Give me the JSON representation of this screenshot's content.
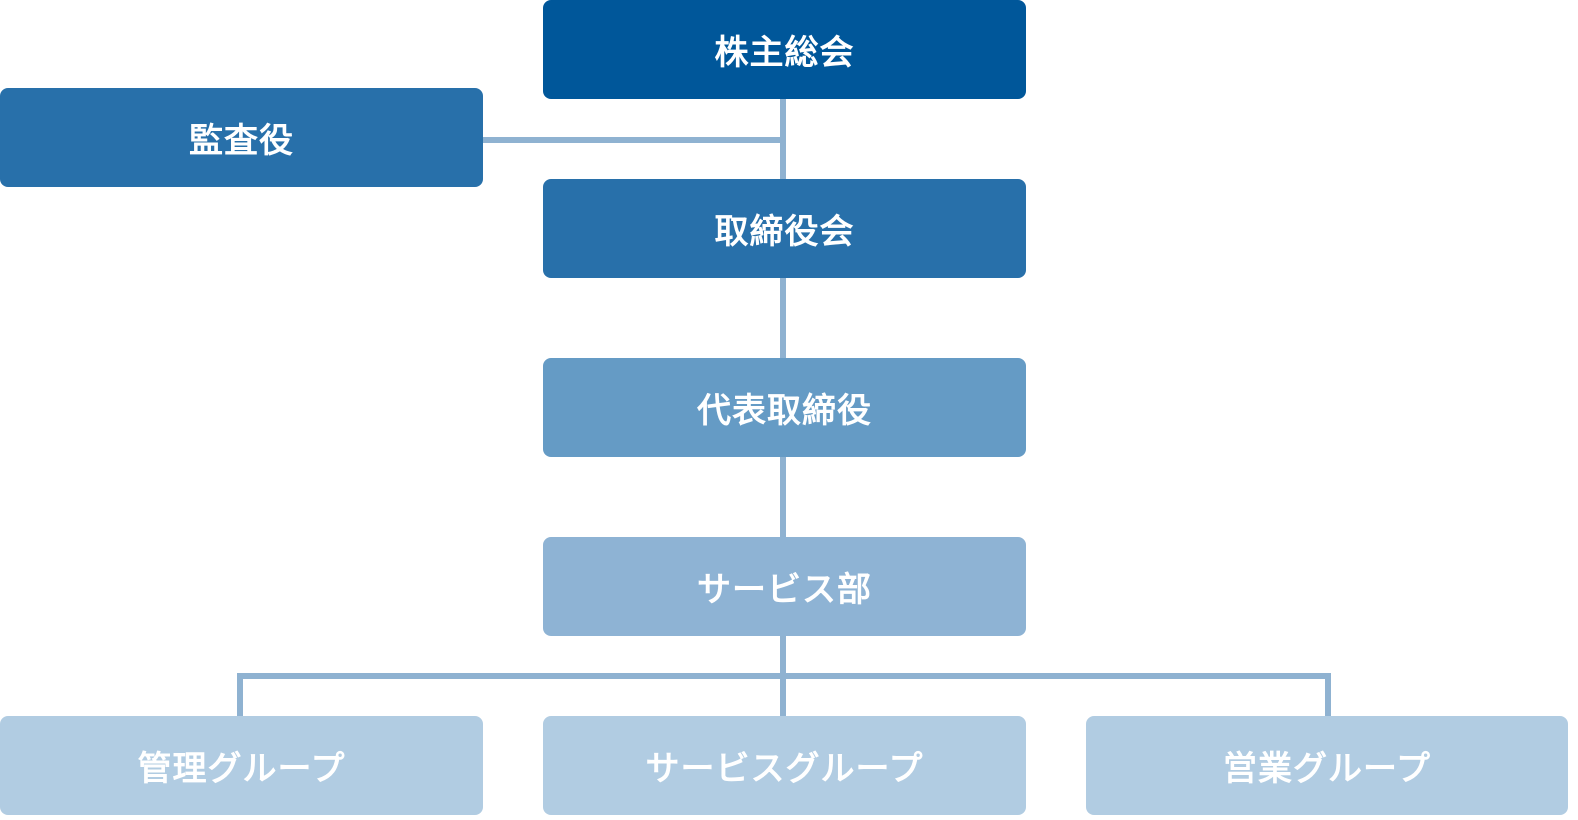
{
  "org_chart": {
    "shareholders_meeting": {
      "label": "株主総会"
    },
    "auditor": {
      "label": "監査役"
    },
    "board_of_directors": {
      "label": "取締役会"
    },
    "representative_director": {
      "label": "代表取締役"
    },
    "service_department": {
      "label": "サービス部"
    },
    "groups": [
      {
        "label": "管理グループ"
      },
      {
        "label": "サービスグループ"
      },
      {
        "label": "営業グループ"
      }
    ]
  },
  "colors": {
    "level1": "#00579a",
    "level2": "#2870aa",
    "level3": "#659bc5",
    "level4": "#8eb3d4",
    "level5": "#b1cce2",
    "connector": "#8fb2d1",
    "text": "#ffffff"
  }
}
